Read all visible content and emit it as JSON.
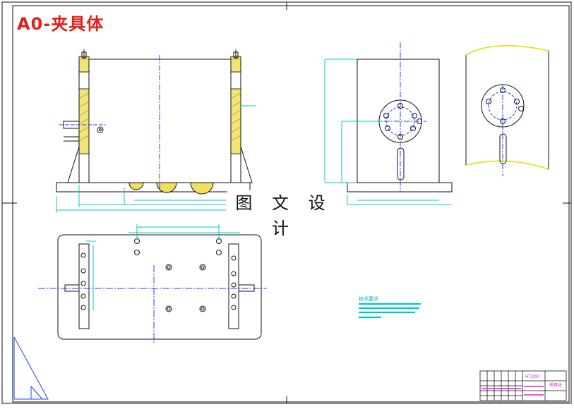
{
  "title": "A0-夹具体",
  "watermark": "图 文 设 计",
  "tech_notes_heading": "技术要求",
  "title_block": {
    "material": "HT200",
    "scale_note": "夹具体"
  },
  "colors": {
    "outline": "#111111",
    "dimension": "#00c8c8",
    "centerline": "#2040ff",
    "section_fill": "#f0e060",
    "title_red": "#e0201a",
    "magenta": "#e020e0"
  }
}
